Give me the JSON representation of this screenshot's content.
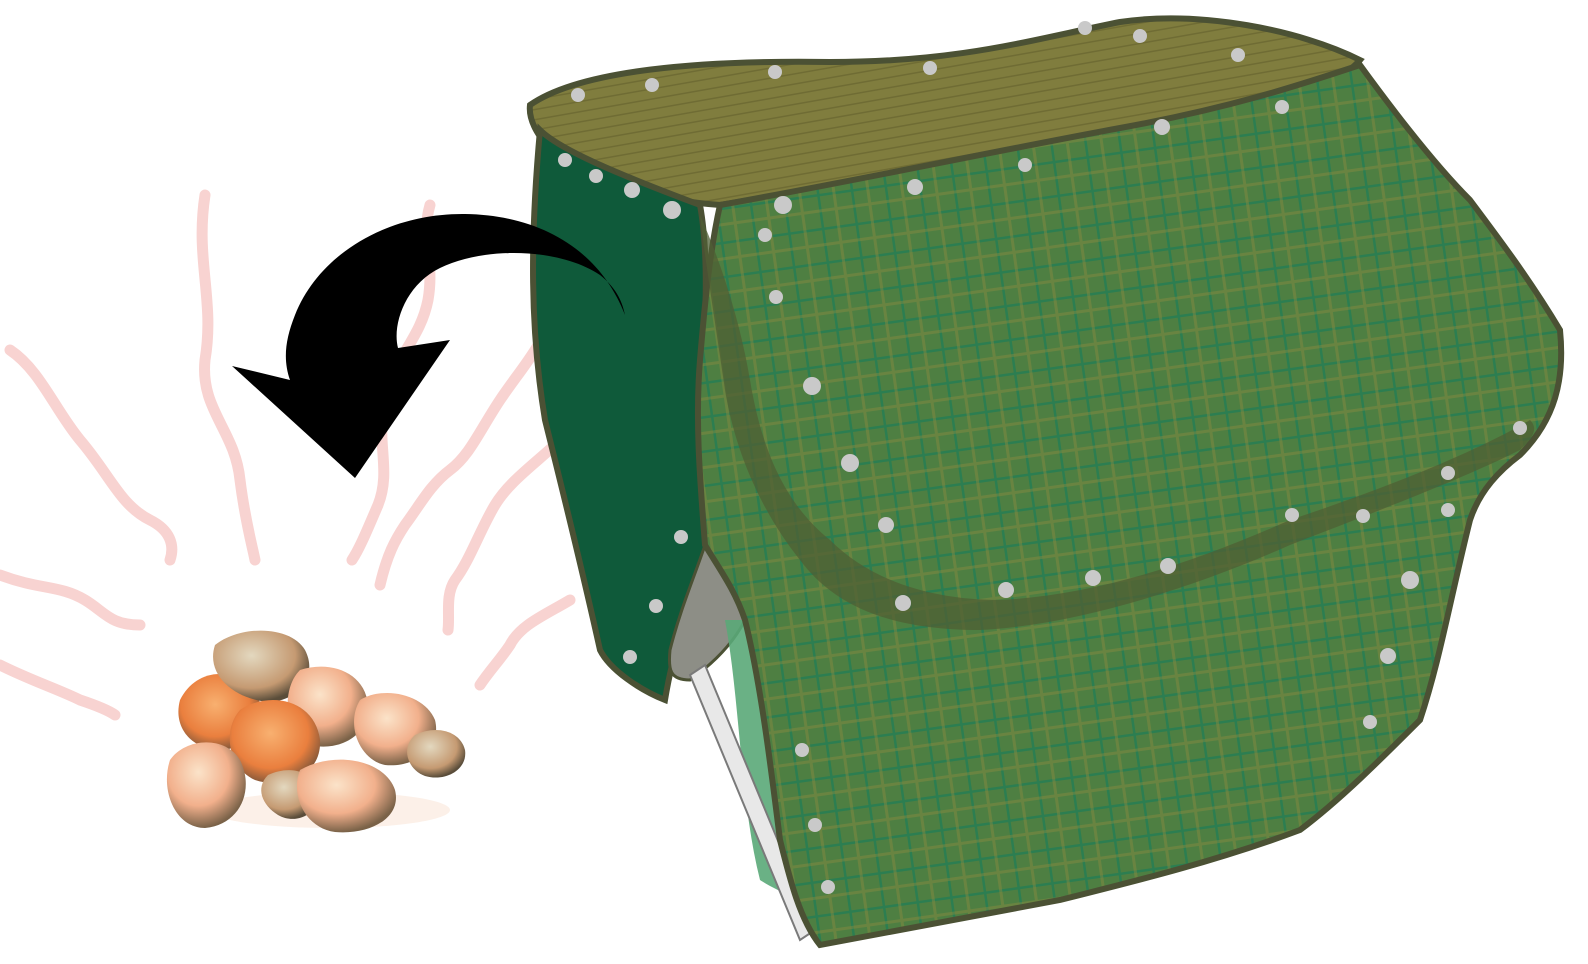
{
  "illustration": {
    "subjects": [
      "heat-stones",
      "mesh-enclosure",
      "curved-arrow"
    ],
    "colors": {
      "background": "#ffffff",
      "heat_lines": "#f7d4d2",
      "arrow": "#000000",
      "mesh_top_inner": "#7f7d3e",
      "mesh_outer": "#3f7d4f",
      "mesh_dark_panel": "#0f5a3a",
      "mesh_outline": "#4b5134",
      "mesh_band": "#4f5f34",
      "stone_orange": "#f28d4d",
      "stone_light": "#f4c7a8",
      "stone_shadow": "#6e5f4a",
      "rivets": "#c9c9c9"
    }
  }
}
